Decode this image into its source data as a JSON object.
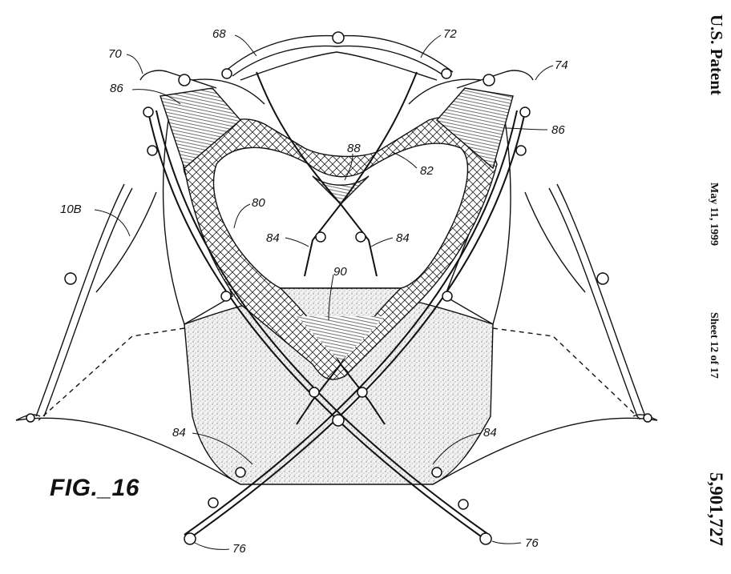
{
  "header": {
    "title": "U.S. Patent",
    "date": "May 11, 1999",
    "sheet": "Sheet 12 of 17",
    "patent_number": "5,901,727"
  },
  "figure": {
    "caption": "FIG._16",
    "labels": {
      "l68": "68",
      "l72": "72",
      "l70": "70",
      "l74": "74",
      "l86a": "86",
      "l86b": "86",
      "l88": "88",
      "l82": "82",
      "l10b": "10B",
      "l80": "80",
      "l84a": "84",
      "l84b": "84",
      "l90": "90",
      "l84c": "84",
      "l84d": "84",
      "l76a": "76",
      "l76b": "76"
    }
  }
}
